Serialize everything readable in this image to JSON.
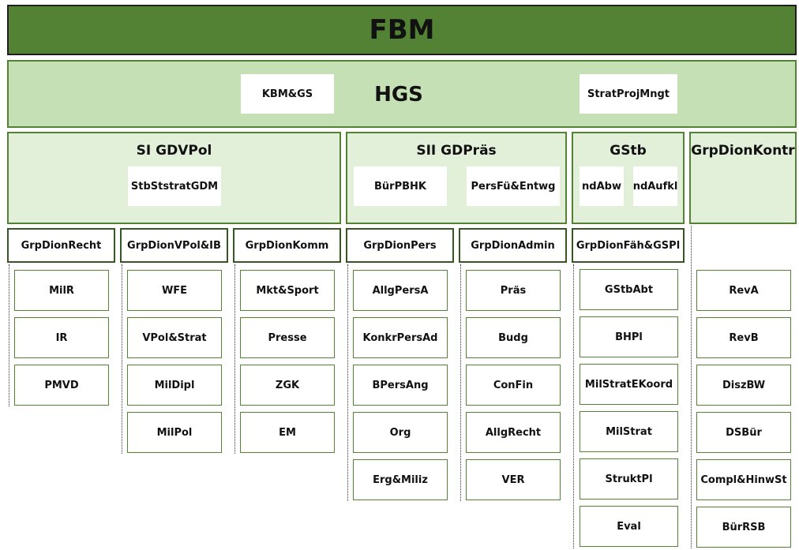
{
  "top": {
    "label": "FBM"
  },
  "hgs": {
    "label": "HGS",
    "left_box": "KBM&GS",
    "right_box": "StratProjMngt"
  },
  "sections": [
    {
      "title": "SI GDVPol",
      "subs": [
        "StbStstratGDM"
      ]
    },
    {
      "title": "SII GDPräs",
      "subs": [
        "BürPBHK",
        "PersFü&Entwg"
      ]
    },
    {
      "title": "GStb",
      "subs": [
        "ndAbw",
        "ndAufkl"
      ]
    },
    {
      "title": "GrpDionKontr",
      "subs": []
    }
  ],
  "groups": [
    {
      "name": "GrpDionRecht",
      "items": [
        "MilR",
        "IR",
        "PMVD"
      ]
    },
    {
      "name": "GrpDionVPol&IB",
      "items": [
        "WFE",
        "VPol&Strat",
        "MilDipl",
        "MilPol"
      ]
    },
    {
      "name": "GrpDionKomm",
      "items": [
        "Mkt&Sport",
        "Presse",
        "ZGK",
        "EM"
      ]
    },
    {
      "name": "GrpDionPers",
      "items": [
        "AllgPersA",
        "KonkrPersAd",
        "BPersAng",
        "Org",
        "Erg&Miliz"
      ]
    },
    {
      "name": "GrpDionAdmin",
      "items": [
        "Präs",
        "Budg",
        "ConFin",
        "AllgRecht",
        "VER"
      ]
    },
    {
      "name": "GrpDionFäh&GSPl",
      "items": [
        "GStbAbt",
        "BHPl",
        "MilStratEKoord",
        "MilStrat",
        "StruktPl",
        "Eval"
      ]
    },
    {
      "name": "",
      "items": [
        "RevA",
        "RevB",
        "DiszBW",
        "DSBür",
        "Compl&HinwSt",
        "BürRSB"
      ]
    }
  ]
}
